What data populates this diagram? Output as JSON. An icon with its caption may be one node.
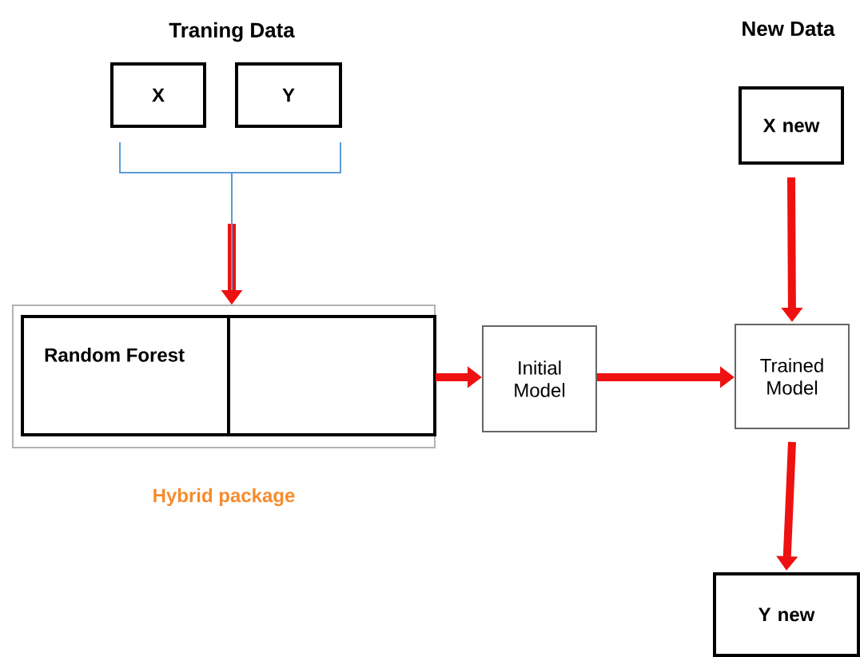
{
  "diagram": {
    "nodes": [
      {
        "text": [
          "X"
        ]
      },
      {
        "text": [
          "Y"
        ]
      },
      {
        "text": [
          "Hybrid package"
        ]
      },
      {
        "text": [
          "Random Forest"
        ],
        "in": 2
      },
      {
        "text": [],
        "shape": "box",
        "in": 2
      },
      {
        "text": [
          "Initial Model"
        ]
      },
      {
        "text": [
          "X new"
        ]
      },
      {
        "text": [
          "Trained Model"
        ]
      },
      {
        "text": [
          "Y new"
        ]
      }
    ],
    "edges": [
      {
        "from": 0,
        "to": 2,
        "arrow": "to",
        "color": "#5b9bd5"
      },
      {
        "from": 1,
        "to": 2,
        "arrow": "to",
        "color": "#5b9bd5"
      },
      {
        "from": 2,
        "to": 5,
        "arrow": "to"
      },
      {
        "from": 5,
        "to": 7,
        "arrow": "to"
      },
      {
        "from": 6,
        "to": 7,
        "arrow": "to"
      },
      {
        "from": 7,
        "to": 8,
        "arrow": "to"
      }
    ],
    "labels": [
      "Traning Data",
      "New Data"
    ]
  }
}
